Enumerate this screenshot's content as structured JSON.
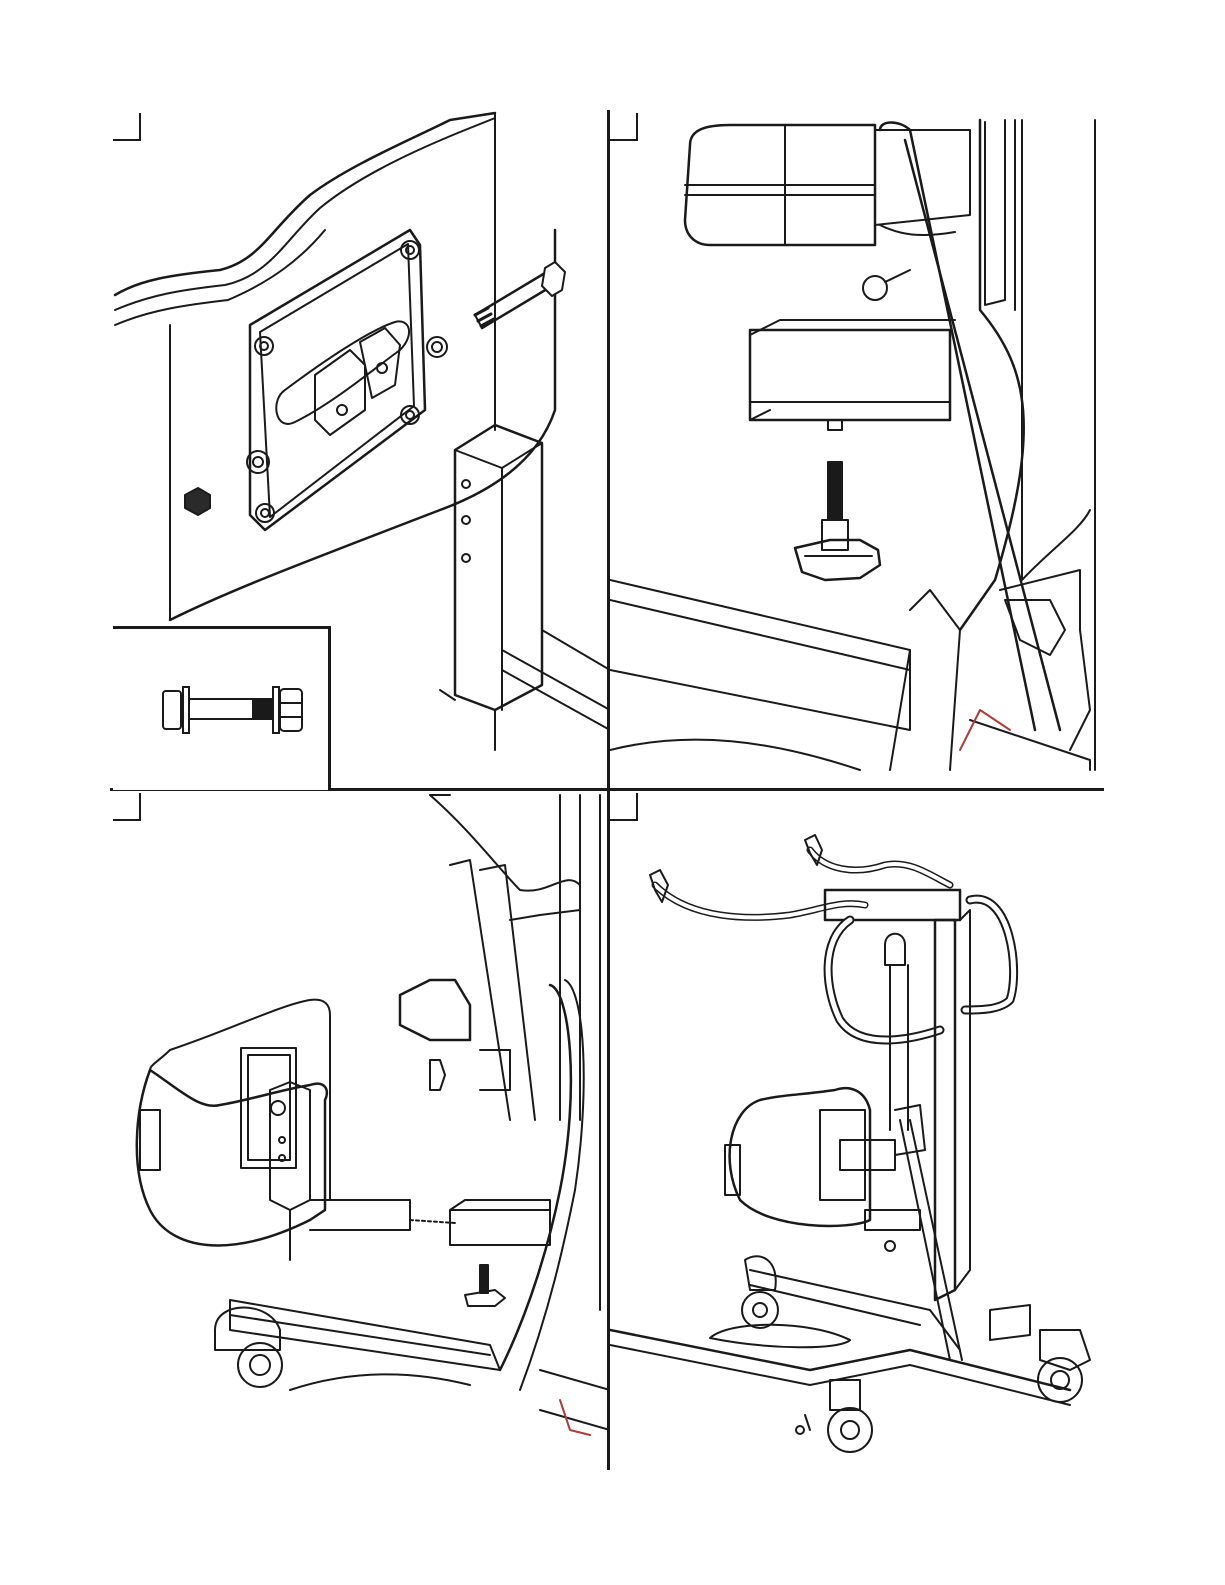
{
  "document": {
    "panels": [
      {
        "step_marker": "",
        "illustration": "backrest-mounting-plate-and-bolt"
      },
      {
        "step_marker": "",
        "illustration": "knee-pad-and-knob-screw"
      },
      {
        "step_marker": "",
        "illustration": "backrest-bracket-insertion"
      },
      {
        "step_marker": "",
        "illustration": "assembled-stand-aid-lift"
      }
    ],
    "inset": {
      "illustration": "bolt-washer-nut-detail"
    }
  }
}
